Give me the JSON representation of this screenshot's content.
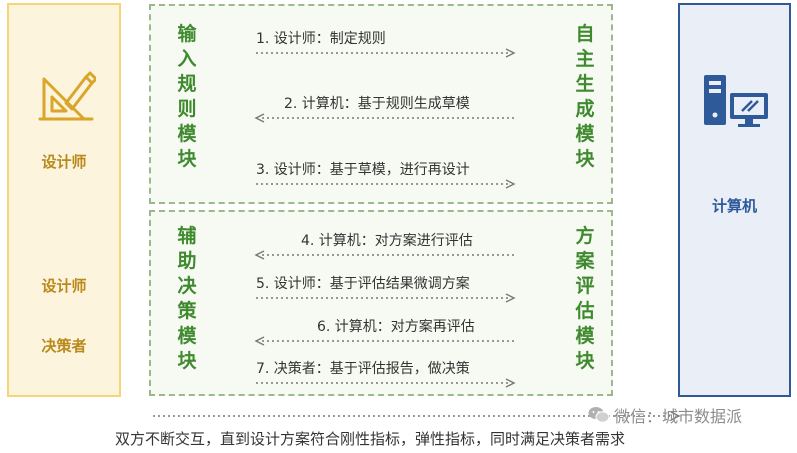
{
  "left_panel": {
    "role_top": "设计师",
    "role_middle": "设计师",
    "role_bottom": "决策者",
    "icon": "designer-tools-icon"
  },
  "right_panel": {
    "label": "计算机",
    "icon": "computer-icon"
  },
  "modules": {
    "input_rules": {
      "title_chars": [
        "输",
        "入",
        "规",
        "则",
        "模",
        "块"
      ]
    },
    "auto_generate": {
      "title_chars": [
        "自",
        "主",
        "生",
        "成",
        "模",
        "块"
      ]
    },
    "decision_support": {
      "title_chars": [
        "辅",
        "助",
        "决",
        "策",
        "模",
        "块"
      ]
    },
    "evaluation": {
      "title_chars": [
        "方",
        "案",
        "评",
        "估",
        "模",
        "块"
      ]
    }
  },
  "steps": [
    {
      "text": "1. 设计师：制定规则",
      "direction": "right"
    },
    {
      "text": "2. 计算机：基于规则生成草模",
      "direction": "left"
    },
    {
      "text": "3. 设计师：基于草模，进行再设计",
      "direction": "right"
    },
    {
      "text": "4. 计算机：对方案进行评估",
      "direction": "left"
    },
    {
      "text": "5. 设计师：基于评估结果微调方案",
      "direction": "right"
    },
    {
      "text": "6. 计算机：对方案再评估",
      "direction": "left"
    },
    {
      "text": "7. 决策者：基于评估报告，做决策",
      "direction": "right"
    }
  ],
  "footer": {
    "text": "双方不断交互，直到设计方案符合刚性指标，弹性指标，同时满足决策者需求"
  },
  "watermark": {
    "text": "微信：城市数据派",
    "icon": "wechat-icon"
  },
  "colors": {
    "designer_yellow": "#b98a1b",
    "module_green": "#3f8a2e",
    "computer_blue": "#2e5a9a"
  }
}
